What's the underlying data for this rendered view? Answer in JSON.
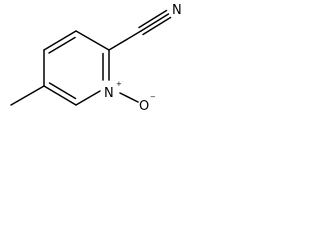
{
  "molecule": {
    "atoms": {
      "nitrile_n": "N",
      "ring_n": "N",
      "ring_n_charge": "+",
      "oxide_o": "O",
      "oxide_charge": "−"
    }
  }
}
